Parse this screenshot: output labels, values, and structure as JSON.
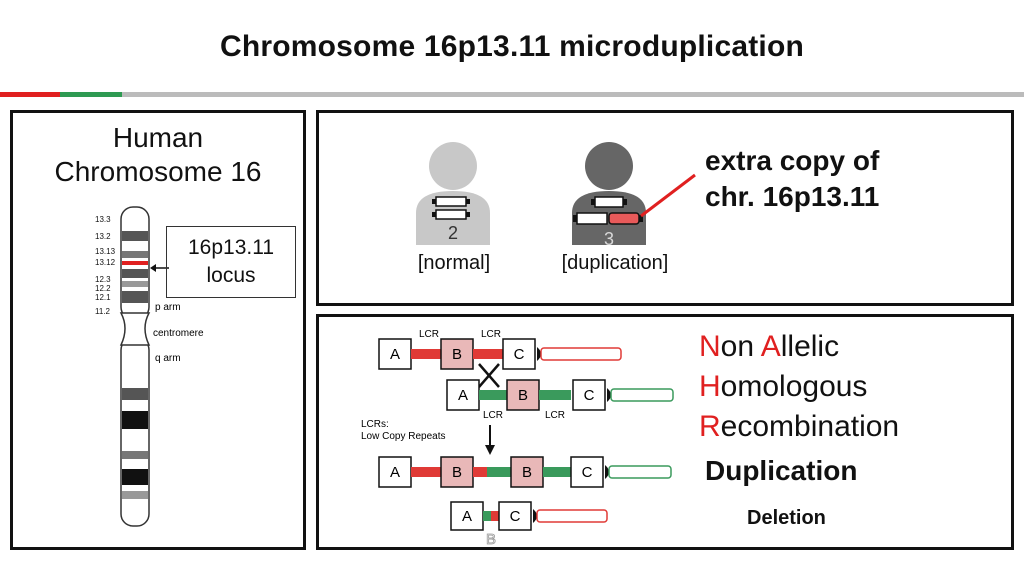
{
  "title": "Chromosome 16p13.11 microduplication",
  "colors": {
    "accent_red": "#e02020",
    "accent_green": "#2e9a52",
    "rule_gray": "#bbbbbb",
    "lcr_red": "#e03a36",
    "lcr_green": "#3a9a5c",
    "segment_b": "#e9b8b8",
    "extra_copy_red": "#e85a5a"
  },
  "chromosome_panel": {
    "title_line1": "Human",
    "title_line2": "Chromosome 16",
    "band_labels": [
      "13.3",
      "13.2",
      "13.13",
      "13.12",
      "12.3",
      "12.2",
      "12.1",
      "11.2"
    ],
    "p_arm": "p arm",
    "centromere": "centromere",
    "q_arm": "q arm",
    "locus_line1": "16p13.11",
    "locus_line2": "locus"
  },
  "copy_panel": {
    "normal_count": "2",
    "normal_label": "[normal]",
    "dup_count": "3",
    "dup_label": "[duplication]",
    "callout_line1": "extra copy of",
    "callout_line2": "chr. 16p13.11"
  },
  "nahr_panel": {
    "lcr": "LCR",
    "seg_a": "A",
    "seg_b": "B",
    "seg_c": "C",
    "note_line1": "LCRs:",
    "note_line2": "Low Copy Repeats",
    "n_initial": "N",
    "n_rest": "on ",
    "a_initial": "A",
    "a_rest": "llelic",
    "h_initial": "H",
    "h_rest": "omologous",
    "r_initial": "R",
    "r_rest": "ecombination",
    "duplication": "Duplication",
    "deletion": "Deletion"
  }
}
